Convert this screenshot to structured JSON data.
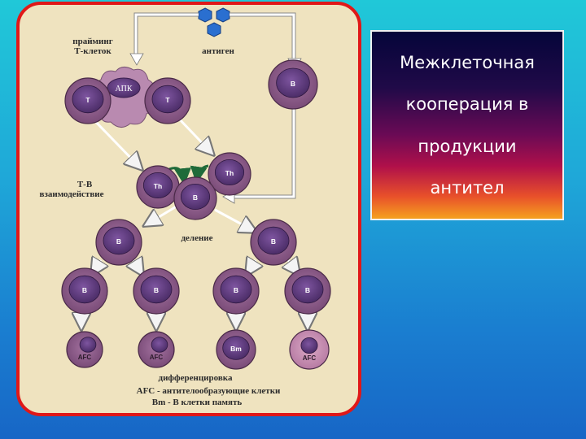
{
  "slide": {
    "title_lines": [
      "Межклеточная",
      "кооперация в",
      "продукции",
      "антител"
    ]
  },
  "diagram": {
    "label_priming": [
      "прайминг",
      "Т-клеток"
    ],
    "label_antigen": "антиген",
    "label_interaction": [
      "Т-В",
      "взаимодействие"
    ],
    "label_division": "деление",
    "label_differentiation": "дифференцировка",
    "legend_afc": "AFC - антителообразующие клетки",
    "legend_bm": "Bm - В клетки память",
    "cell_apc": "АПК",
    "cell_t": "T",
    "cell_th": "Th",
    "cell_b": "B",
    "cell_afc": "AFC",
    "cell_bm": "Bm"
  },
  "colors": {
    "panel_border": "#e01818",
    "panel_bg": "#efe3bf",
    "antigen": "#2a6fd0",
    "cell_outer": "#8c5a86",
    "cell_inner": "#5e3a78",
    "arrow_green": "#1f6b3a"
  }
}
